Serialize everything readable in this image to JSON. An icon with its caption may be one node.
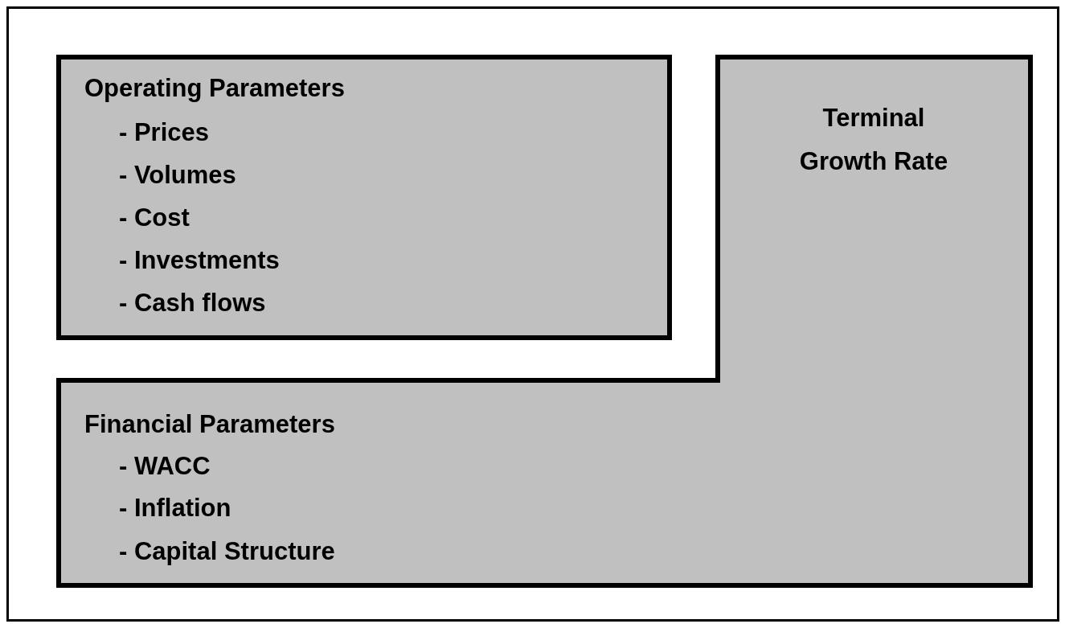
{
  "diagram": {
    "nodes": [
      {
        "text": [
          "Operating Parameters",
          "- Prices",
          "- Volumes",
          "- Cost",
          "- Investments",
          "- Cash flows"
        ]
      },
      {
        "text": [
          "Terminal Growth Rate",
          "Financial Parameters",
          "- WACC",
          "- Inflation",
          "- Capital Structure"
        ]
      }
    ],
    "edges": []
  }
}
